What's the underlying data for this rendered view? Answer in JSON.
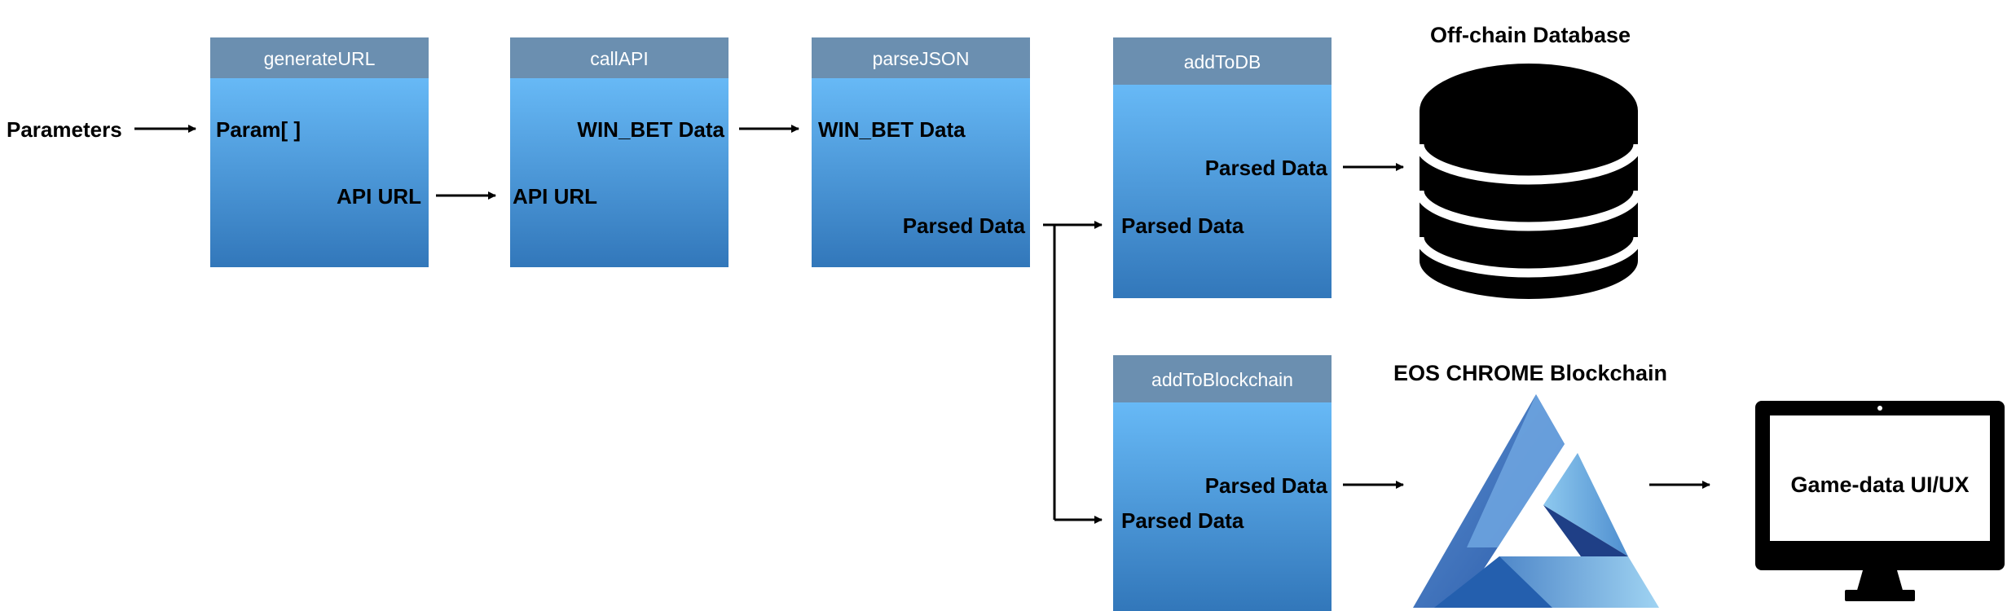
{
  "input_label": "Parameters",
  "nodes": {
    "generateURL": {
      "title": "generateURL",
      "input": "Param[ ]",
      "output": "API URL"
    },
    "callAPI": {
      "title": "callAPI",
      "input": "API URL",
      "output": "WIN_BET Data"
    },
    "parseJSON": {
      "title": "parseJSON",
      "input": "WIN_BET Data",
      "output": "Parsed Data"
    },
    "addToDB": {
      "title": "addToDB",
      "input": "Parsed Data",
      "output": "Parsed Data"
    },
    "addToBlockchain": {
      "title": "addToBlockchain",
      "input": "Parsed Data",
      "output": "Parsed Data"
    }
  },
  "database": {
    "label": "Off-chain Database",
    "icon": "database-icon"
  },
  "blockchain": {
    "label": "EOS CHROME Blockchain",
    "icon": "eos-chrome-logo"
  },
  "monitor": {
    "label": "Game-data UI/UX",
    "icon": "monitor-icon"
  },
  "colors": {
    "box_header": "#6b8fb0",
    "box_top": "#67b9f6",
    "box_bottom": "#3277ba",
    "arrow": "#000000"
  }
}
